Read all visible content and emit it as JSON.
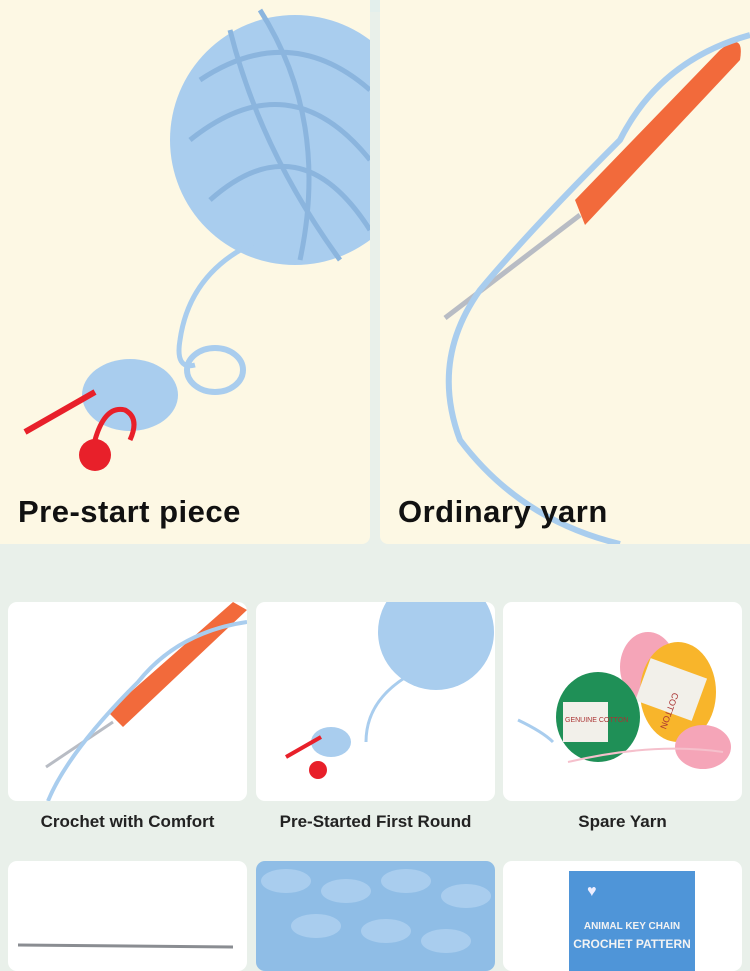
{
  "top_panels": [
    {
      "label": "Pre-start piece"
    },
    {
      "label": "Ordinary yarn"
    }
  ],
  "features": [
    {
      "caption": "Crochet with Comfort"
    },
    {
      "caption": "Pre-Started First Round"
    },
    {
      "caption": "Spare Yarn"
    }
  ],
  "yarn_labels": {
    "green": "GENUINE COTTON",
    "yellow": "COTTON"
  },
  "pattern_book": {
    "line1": "ANIMAL KEY CHAIN",
    "line2": "CROCHET PATTERN"
  },
  "colors": {
    "yarn_blue": "#a9cdee",
    "hook_orange": "#f26a3b",
    "marker_red": "#e8202a",
    "panel_bg": "#fdf8e4",
    "page_bg": "#e9f0ea"
  }
}
